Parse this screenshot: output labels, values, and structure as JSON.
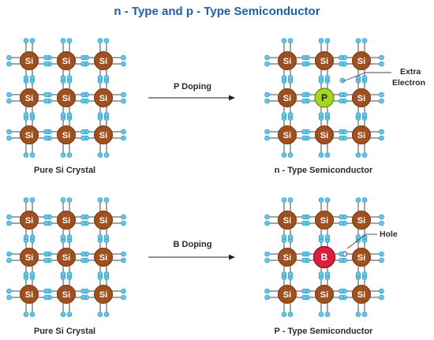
{
  "title": "n - Type and p - Type  Semiconductor",
  "colors": {
    "title": "#1f5fa6",
    "si_atom": "#a0501e",
    "si_atom_stroke": "#6e3410",
    "bond": "#4a4a4a",
    "electron": "#5bc8ec",
    "electron_stroke": "#2f8fb3",
    "phosphorus": "#a4d623",
    "phosphorus_stroke": "#5f8a10",
    "boron": "#d8203c",
    "boron_stroke": "#8e1024",
    "hole_fill": "#ffffff",
    "hole_stroke": "#444444",
    "arrow": "#222222"
  },
  "atom_label": "Si",
  "panels": {
    "top_left": {
      "caption": "Pure Si Crystal"
    },
    "top_right": {
      "caption": "n - Type Semiconductor",
      "dopant": "P",
      "callout_line1": "Extra",
      "callout_line2": "Electron"
    },
    "bottom_left": {
      "caption": "Pure Si Crystal"
    },
    "bottom_right": {
      "caption": "P - Type Semiconductor",
      "dopant": "B",
      "callout_line1": "Hole"
    }
  },
  "arrows": {
    "top": {
      "label": "P Doping"
    },
    "bottom": {
      "label": "B Doping"
    }
  }
}
